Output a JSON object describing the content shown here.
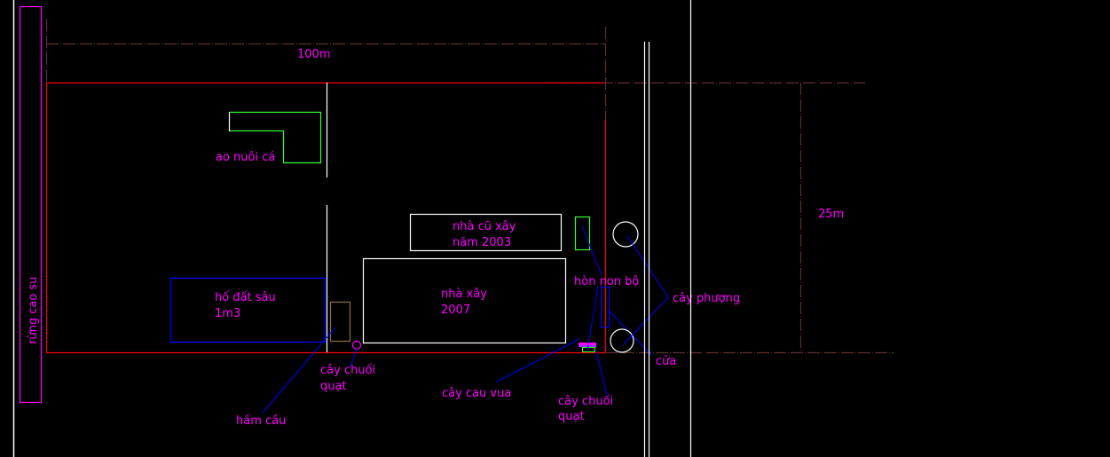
{
  "labels": {
    "rubber_forest": "rừng cao su",
    "width_dim": "100m",
    "depth_dim": "25m",
    "fish_pond": "ao nuôi cá",
    "old_house_1": "nhà cũ xây",
    "old_house_2": "năm 2003",
    "new_house_1": "nhà xây",
    "new_house_2": "2007",
    "pit_1": "hố đất sâu",
    "pit_2": "1m3",
    "septic": "hầm cầu",
    "banana1_1": "cây chuối",
    "banana1_2": "quạt",
    "rockery": "hòn non bộ",
    "flame_tree": "cây phượng",
    "gate": "cửa",
    "palm": "cây cau vua",
    "banana2_1": "cây chuối",
    "banana2_2": "quạt"
  },
  "colors": {
    "text": "#ff00ff",
    "boundary": "#ff0000",
    "house": "#ffffff",
    "pond": "#33ff33",
    "leader": "#0000ff"
  }
}
